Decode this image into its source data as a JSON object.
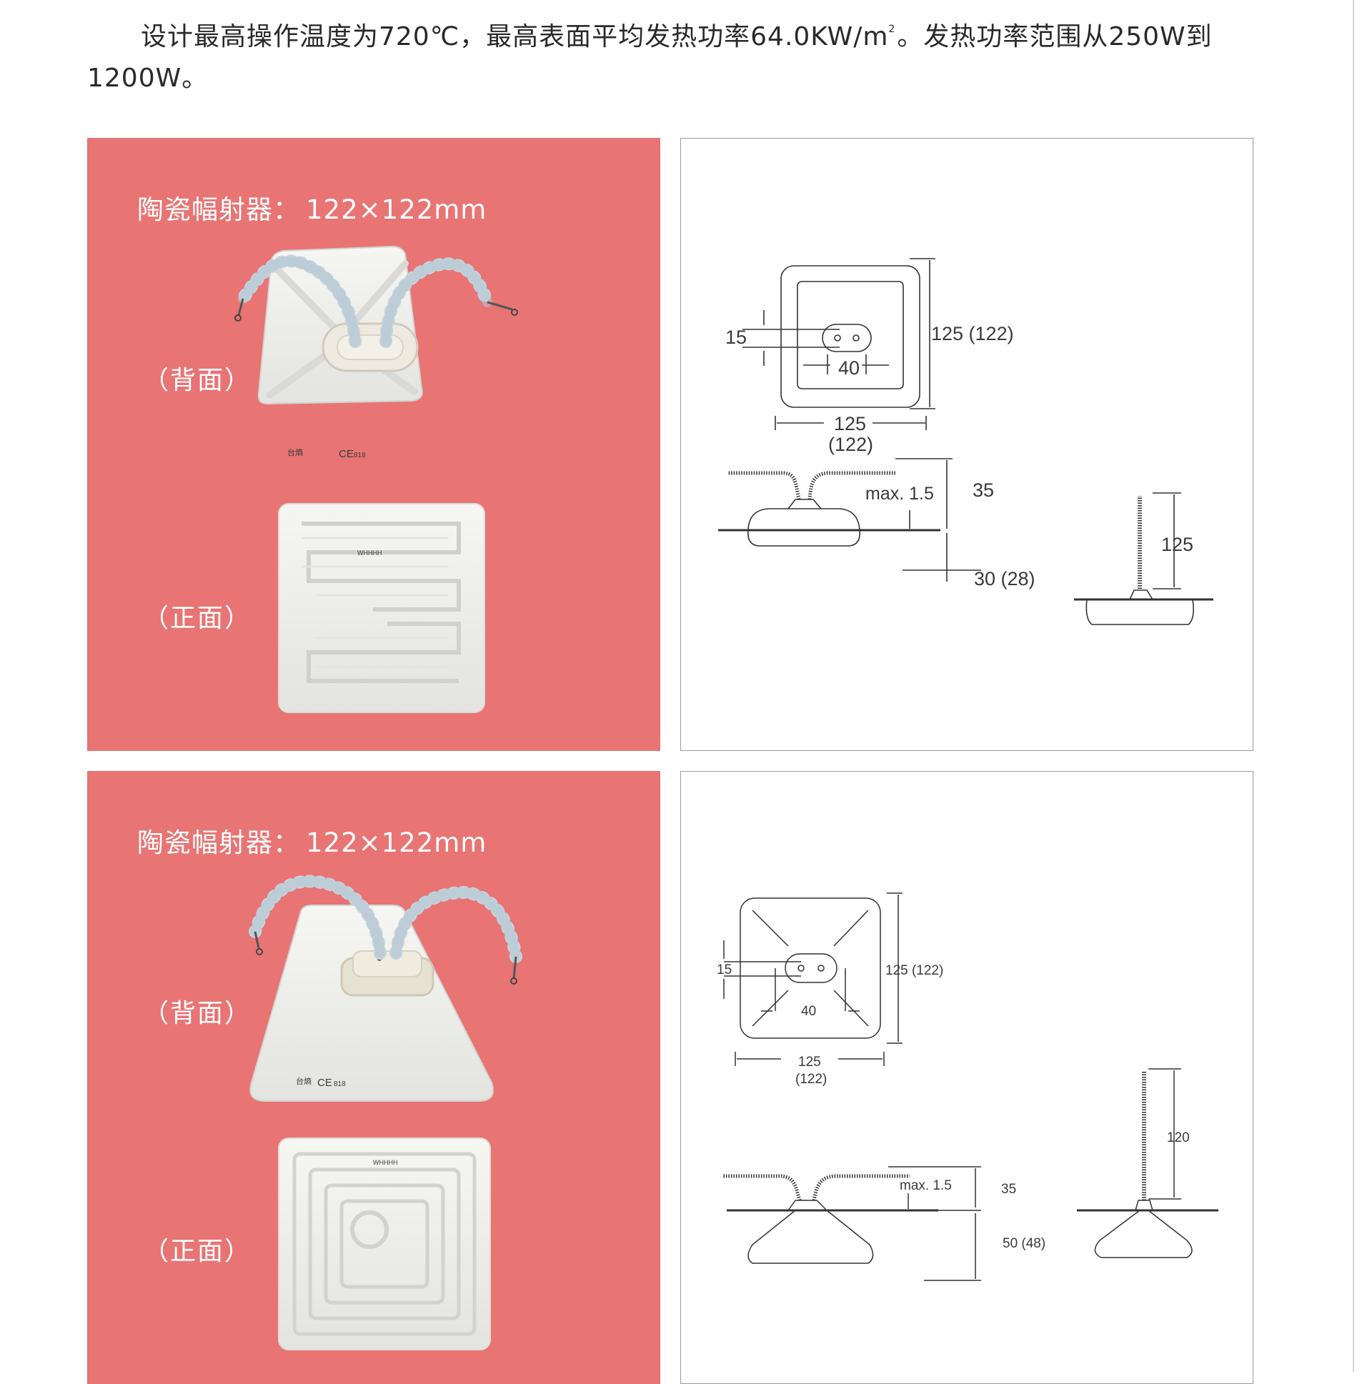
{
  "intro": {
    "line1_a": "设计最高操作温度为720℃，最高表面平均发热功率64.0KW/m",
    "line1_sup": "2",
    "line1_b": "。发热功率范围从250W到",
    "line2": "1200W。"
  },
  "products": [
    {
      "title_cn": "陶瓷幅射器：",
      "title_size": "122×122mm",
      "back_label": "（背面）",
      "front_label": "（正面）",
      "emitter_brand": "台熵",
      "emitter_code": "818",
      "drawing": {
        "dim_15": "15",
        "dim_40": "40",
        "dim_height": "125 (122)",
        "dim_width_a": "125",
        "dim_width_b": "(122)",
        "dim_max": "max. 1.5",
        "dim_35": "35",
        "dim_depth": "30 (28)",
        "dim_lead": "125"
      }
    },
    {
      "title_cn": "陶瓷幅射器：",
      "title_size": "122×122mm",
      "back_label": "（背面）",
      "front_label": "（正面）",
      "emitter_brand": "台熵",
      "emitter_code": "818",
      "drawing": {
        "dim_15": "15",
        "dim_40": "40",
        "dim_height": "125 (122)",
        "dim_width_a": "125",
        "dim_width_b": "(122)",
        "dim_max": "max. 1.5",
        "dim_35": "35",
        "dim_depth": "50 (48)",
        "dim_lead": "120"
      }
    }
  ],
  "colors": {
    "panel_pink": "#e87474",
    "ceramic": "#f1f1ee",
    "bead": "#c4d2db"
  }
}
